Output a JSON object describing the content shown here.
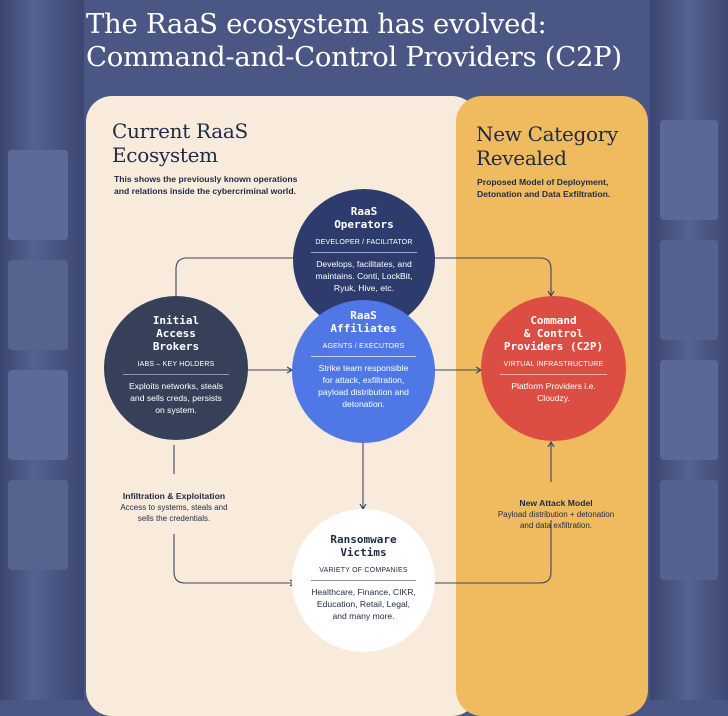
{
  "header": {
    "title_line1": "The RaaS ecosystem has evolved:",
    "title_line2": "Command-and-Control Providers (C2P)"
  },
  "current_panel": {
    "heading_line1": "Current RaaS",
    "heading_line2": "Ecosystem",
    "desc_line1": "This shows the previously known operations",
    "desc_line2": "and relations inside the cybercriminal world."
  },
  "new_panel": {
    "heading_line1": "New Category",
    "heading_line2": "Revealed",
    "desc_line1": "Proposed Model of Deployment,",
    "desc_line2": "Detonation and Data Exfiltration."
  },
  "nodes": {
    "operators": {
      "title": "RaaS\nOperators",
      "role": "DEVELOPER / FACILITATOR",
      "desc_line1": "Develops, facilitates, and",
      "desc_line2": "maintains. Conti, LockBit,",
      "desc_line3": "Ryuk, Hive, etc.",
      "color": "#2e3c6d"
    },
    "brokers": {
      "title": "Initial\nAccess\nBrokers",
      "role": "IABS – KEY HOLDERS",
      "desc_line1": "Exploits networks, steals",
      "desc_line2": "and sells creds, persists",
      "desc_line3": "on system.",
      "color": "#364159"
    },
    "affiliates": {
      "title": "RaaS\nAffiliates",
      "role": "AGENTS / EXECUTORS",
      "desc_line1": "Strike team responsible",
      "desc_line2": "for attack, exfiltration,",
      "desc_line3": "payload distribution and",
      "desc_line4": "detonation.",
      "color": "#4f78e6"
    },
    "c2p": {
      "title": "Command\n& Control\nProviders (C2P)",
      "role": "VIRTUAL INFRASTRUCTURE",
      "desc_line1": "Platform Providers i.e.",
      "desc_line2": "Cloudzy.",
      "color": "#dc4e43"
    },
    "victims": {
      "title": "Ransomware\nVictims",
      "role": "VARIETY OF COMPANIES",
      "desc_line1": "Healthcare, Finance, CIKR,",
      "desc_line2": "Education, Retail, Legal,",
      "desc_line3": "and many more.",
      "color": "#ffffff"
    }
  },
  "annotations": {
    "infiltration": {
      "title": "Infiltration & Exploitation",
      "desc_line1": "Access to systems, steals and",
      "desc_line2": "sells the credentials."
    },
    "attack_model": {
      "title": "New Attack Model",
      "desc_line1": "Payload distribution + detonation",
      "desc_line2": "and data exfiltration."
    }
  },
  "colors": {
    "background": "#4a5683",
    "current_panel": "#f9ebdb",
    "new_panel": "#efbb5e",
    "connector": "#3a4563"
  }
}
